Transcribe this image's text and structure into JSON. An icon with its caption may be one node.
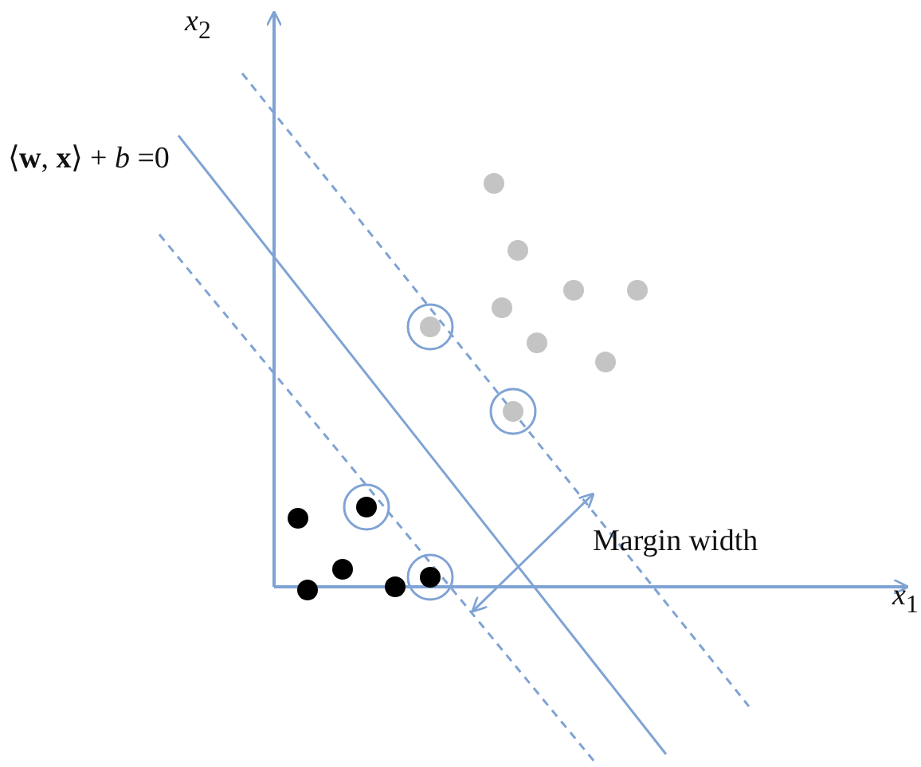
{
  "diagram": {
    "labels": [
      "*x*$_{2}$",
      "⟨**w**, **x**⟩ + *b* =0",
      "Margin width",
      "*x*$_{1}$"
    ]
  }
}
